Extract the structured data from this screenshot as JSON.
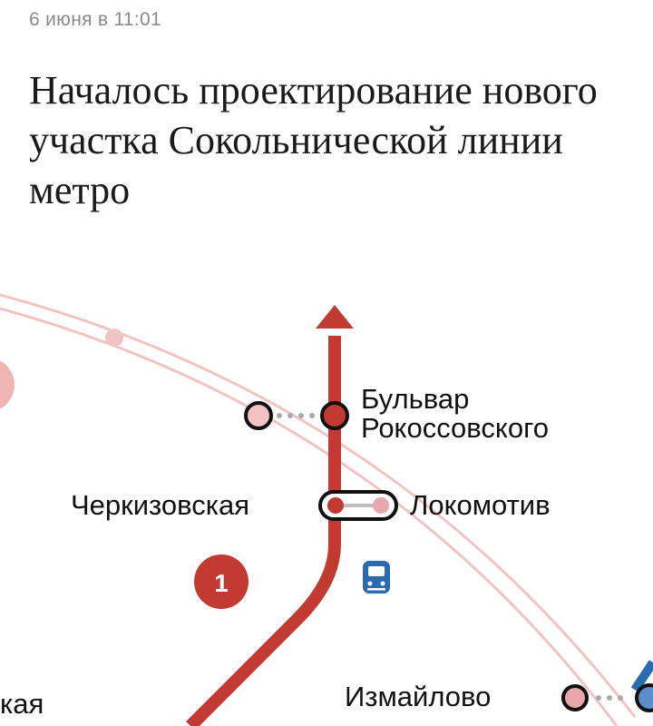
{
  "article": {
    "date": "6 июня в 11:01",
    "title": "Началось проектирование нового участка Сокольнической линии метро"
  },
  "map": {
    "line_badge": "1",
    "stations": {
      "bulvar_line1": "Бульвар",
      "bulvar_line2": "Рокоссовского",
      "cherkizovskaya": "Черкизовская",
      "lokomotiv": "Локомотив",
      "izmaylovo": "Измайлово",
      "edge_fragment": "кая"
    },
    "icons": [
      "train-icon",
      "extension-arrow-icon"
    ],
    "colors": {
      "line1_red": "#c23a32",
      "mcc_pink": "#f2c3c3",
      "blue_line": "#2a6bb0",
      "station_fill": "#e7a7ab"
    }
  }
}
